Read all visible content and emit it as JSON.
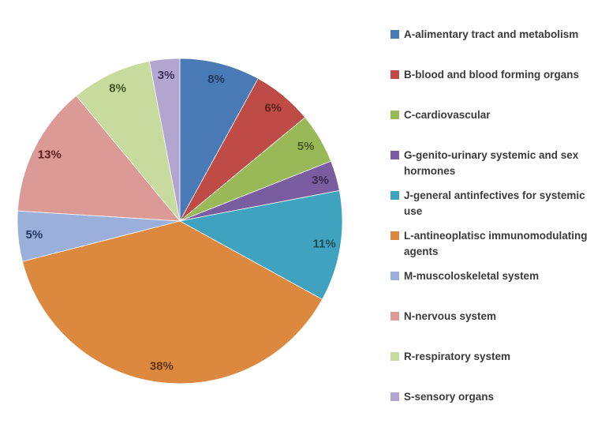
{
  "chart_data": {
    "type": "pie",
    "title": "",
    "labels": [
      "A-alimentary tract and metabolism",
      "B-blood and blood forming organs",
      "C-cardiovascular",
      "G-genito-urinary systemic and sex hormones",
      "J-general antinfectives for systemic use",
      "L-antineoplatisc immunomodulating agents",
      "M-muscoloskeletal system",
      "N-nervous system",
      "R-respiratory system",
      "S-sensory organs"
    ],
    "values": [
      8,
      6,
      5,
      3,
      11,
      38,
      5,
      13,
      8,
      3
    ],
    "value_labels": [
      "8%",
      "6%",
      "5%",
      "3%",
      "11%",
      "38%",
      "5%",
      "13%",
      "8%",
      "3%"
    ],
    "unit": "%",
    "colors": [
      "#4a7ab5",
      "#be4b45",
      "#99b858",
      "#7a5da0",
      "#3fa3bf",
      "#dc883e",
      "#9aafd9",
      "#dc9a96",
      "#c8db9e",
      "#b2a5d0"
    ],
    "label_colors": [
      "#1e3a5f",
      "#5d201e",
      "#4a5b23",
      "#372a4d",
      "#1c4a57",
      "#5e3413",
      "#20375e",
      "#5d201e",
      "#3e541f",
      "#3b3159"
    ],
    "legend_position": "right",
    "start_angle_deg": 0,
    "direction": "clockwise",
    "grid": false
  }
}
